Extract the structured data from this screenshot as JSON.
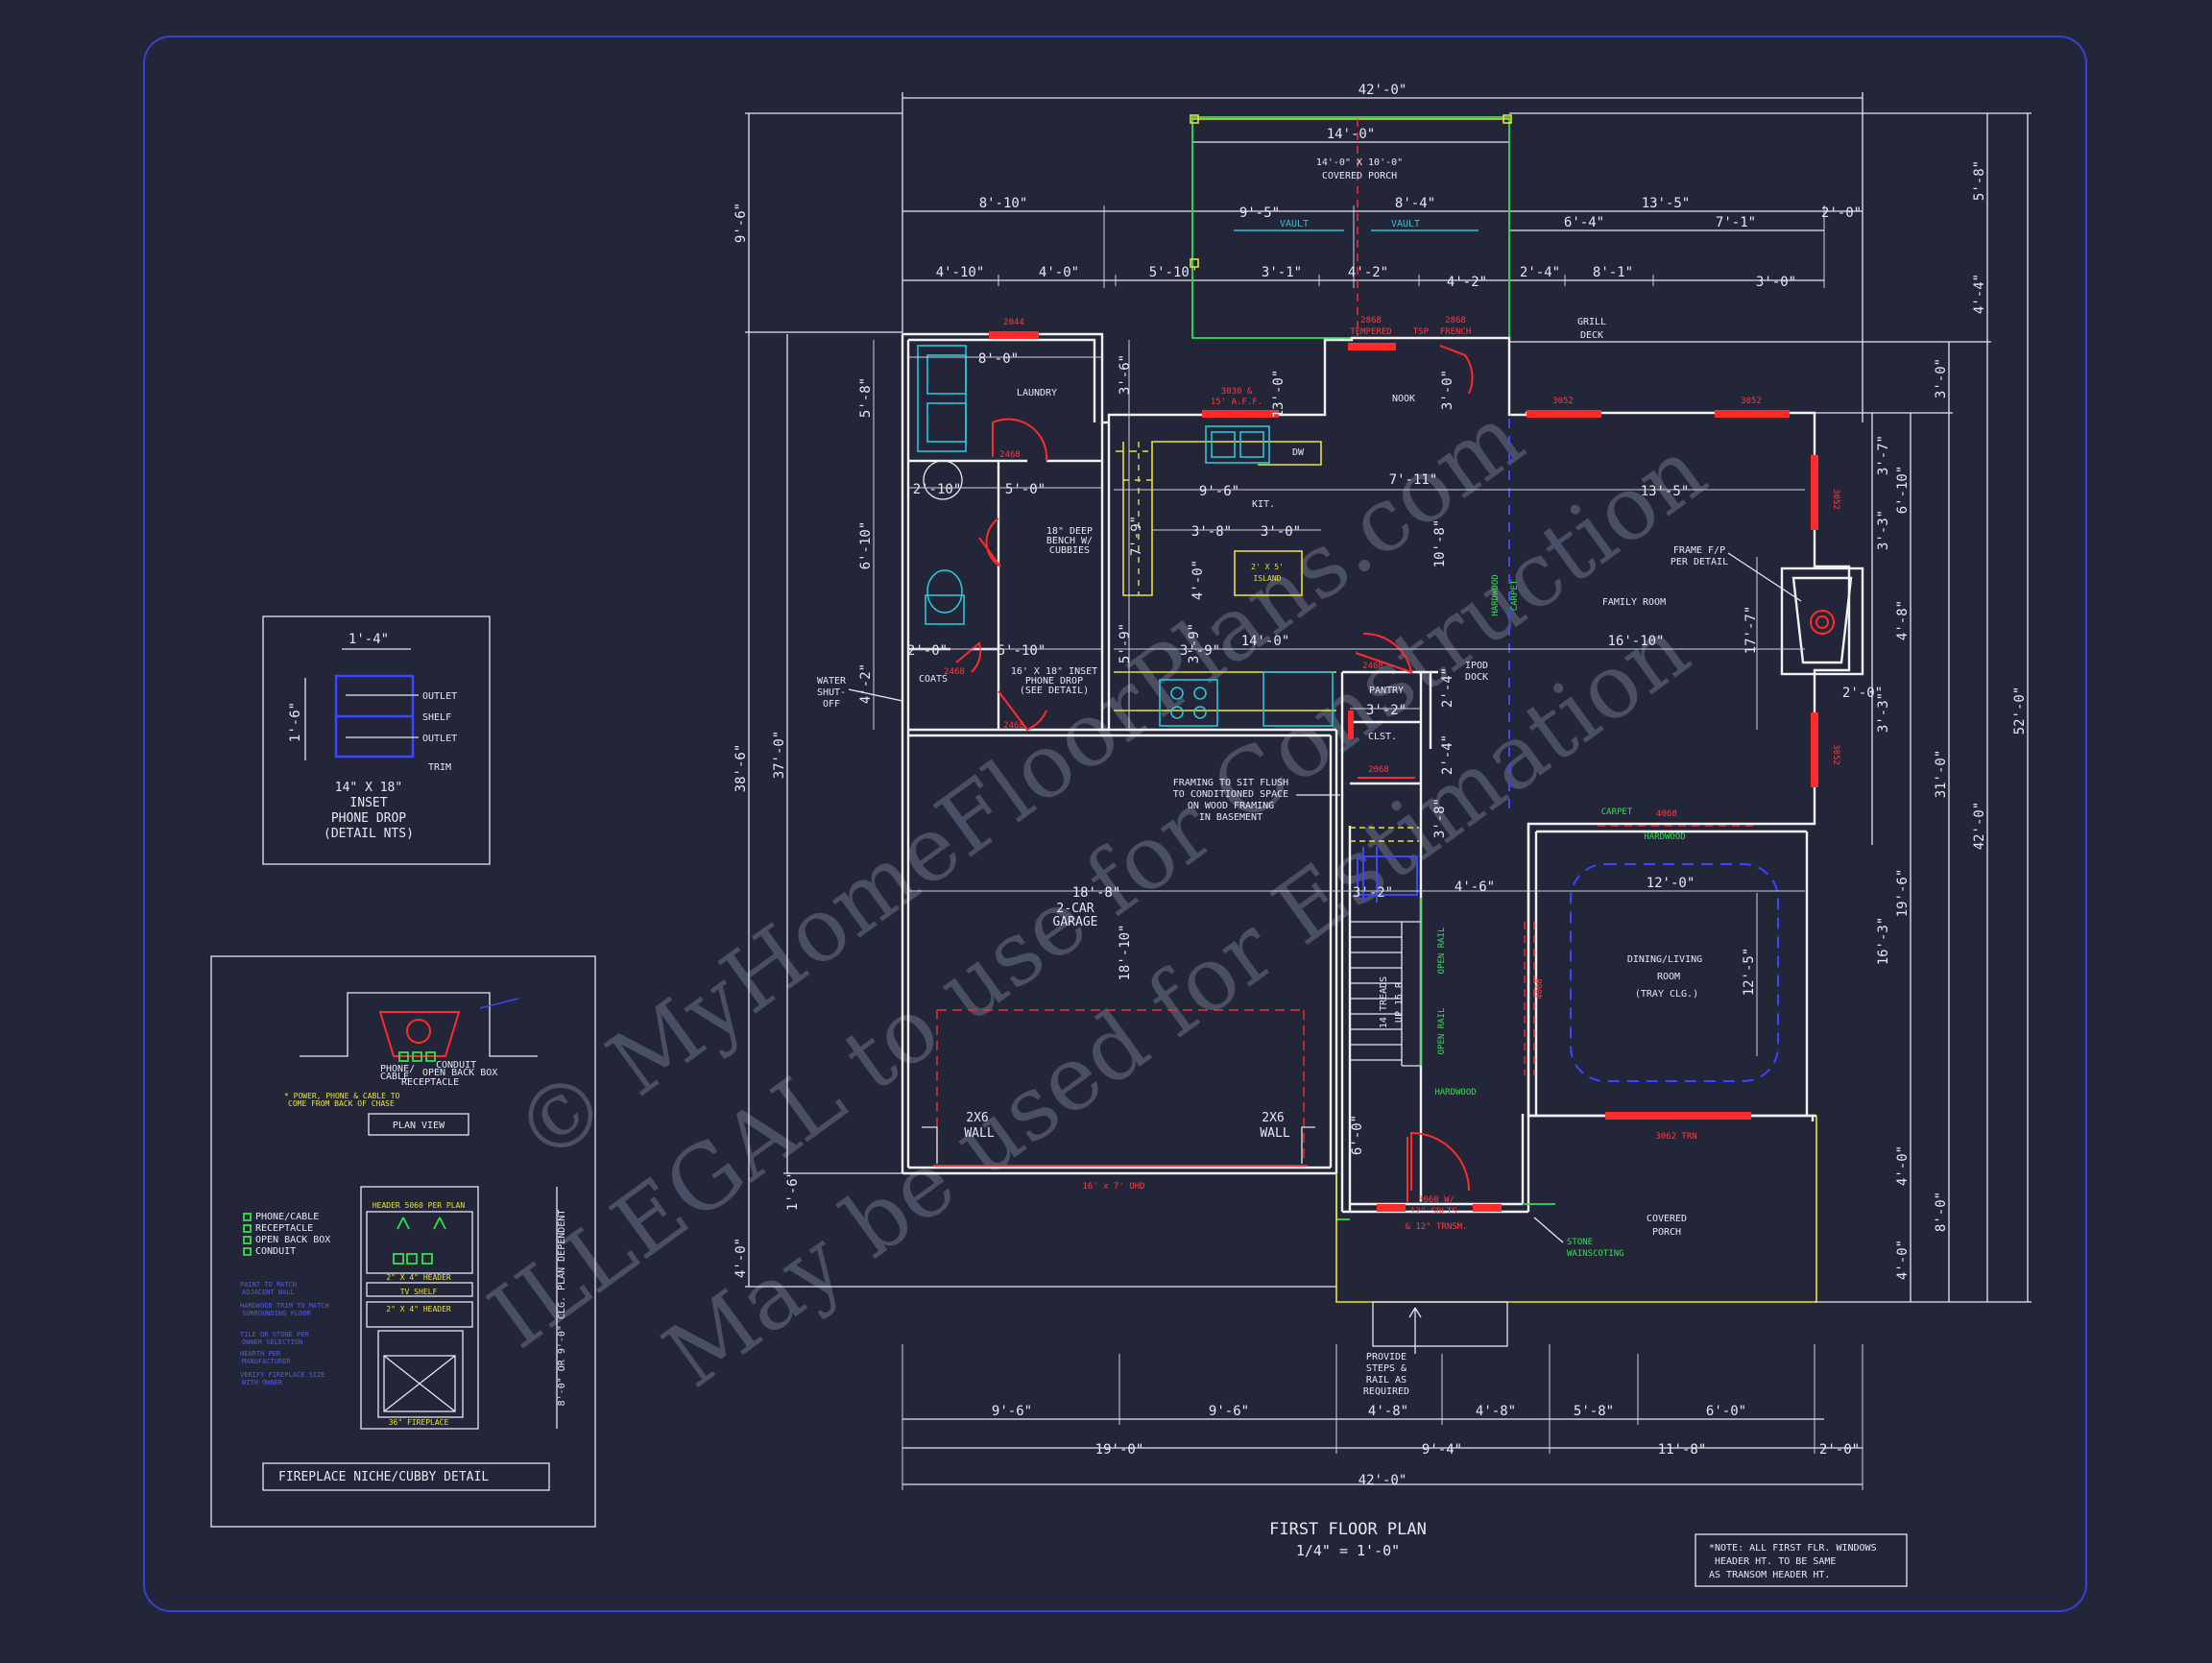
{
  "colors": {
    "background": "#222638",
    "border": "#3a3fd0",
    "line": "#e6e8ee",
    "wall": "#f2f2f2",
    "red": "#ff2a2a",
    "yellow": "#e8e03a",
    "green": "#2fe04a",
    "cyan": "#2bc4d8",
    "blue": "#3a46ff",
    "watermark": "#4a4f63"
  },
  "watermark": {
    "line1": "© MyHomeFloorPlans.com",
    "line2": "ILLEGAL to use for Construction",
    "line3": "May be used for Estimation"
  },
  "plan": {
    "title": "FIRST FLOOR PLAN",
    "scale": "1/4\" = 1'-0\""
  },
  "rooms": {
    "covered_porch_top_size": "14'-0\" X 10'-0\"",
    "covered_porch_top": "COVERED PORCH",
    "laundry": "LAUNDRY",
    "nook": "NOOK",
    "kit": "KIT.",
    "family": "FAMILY ROOM",
    "grill1": "GRILL",
    "grill2": "DECK",
    "pantry": "PANTRY",
    "clst": "CLST.",
    "coats": "COATS",
    "garage1": "2-CAR",
    "garage2": "GARAGE",
    "dining1": "DINING/LIVING",
    "dining2": "ROOM",
    "dining3": "(TRAY CLG.)",
    "porch_bottom1": "COVERED",
    "porch_bottom2": "PORCH",
    "island1": "2' X 5'",
    "island2": "ISLAND"
  },
  "notes": {
    "water1": "WATER",
    "water2": "SHUT-",
    "water3": "OFF",
    "bench1": "18\" DEEP",
    "bench2": "BENCH W/",
    "bench3": "CUBBIES",
    "phone1": "16' X 18\" INSET",
    "phone2": "PHONE DROP",
    "phone3": "(SEE DETAIL)",
    "framing1": "FRAMING TO SIT FLUSH",
    "framing2": "TO CONDITIONED SPACE",
    "framing3": "ON WOOD FRAMING",
    "framing4": "IN BASEMENT",
    "fp1": "FRAME F/P",
    "fp2": "PER DETAIL",
    "ipod1": "IPOD",
    "ipod2": "DOCK",
    "wall2x6": "2X6",
    "wall_word": "WALL",
    "treads1": "14 TREADS",
    "treads2": "UP 15 R",
    "open_rail": "OPEN RAIL",
    "hardwood": "HARDWOOD",
    "carpet": "CARPET",
    "stone1": "STONE",
    "stone2": "WAINSCOTING",
    "provide1": "PROVIDE",
    "provide2": "STEPS &",
    "provide3": "RAIL AS",
    "provide4": "REQUIRED",
    "vault": "VAULT",
    "dw": "DW",
    "sheet_note1": "*NOTE: ALL FIRST FLR. WINDOWS",
    "sheet_note2": "HEADER HT. TO BE SAME",
    "sheet_note3": "AS TRANSOM HEADER HT."
  },
  "windows": {
    "w2044": "2044",
    "w3030": "3030 &",
    "w3030b": "15' A.F.F.",
    "w2868a": "2868",
    "w2868b": "TEMPERED",
    "w2868c": "2868",
    "w2868d": "FRENCH",
    "w3052a": "3052",
    "w3052b": "3052",
    "w3052c": "3052",
    "w3052d": "3052",
    "w2468a": "2468",
    "w2468b": "2468",
    "w2468c": "2468",
    "w2068": "2068",
    "w4068": "4068",
    "w3060": "3060 W/",
    "w3060b": "12\" SDLTS.",
    "w3060c": "& 12\" TRNSM.",
    "w3062": "3062 TRN",
    "garage_door": "16' x 7' OHD",
    "tsp": "TSP"
  },
  "dims": {
    "overall_top": "42'-0\"",
    "porch_width": "14'-0\"",
    "t8_10": "8'-10\"",
    "t9_5": "9'-5\"",
    "t8_4": "8'-4\"",
    "t13_5": "13'-5\"",
    "t2_0a": "2'-0\"",
    "t6_4": "6'-4\"",
    "t7_1": "7'-1\"",
    "t4_10": "4'-10\"",
    "t4_0": "4'-0\"",
    "t5_10": "5'-10\"",
    "t3_1": "3'-1\"",
    "t4_2": "4'-2\"",
    "t4_2b": "4'-2\"",
    "t2_4": "2'-4\"",
    "t8_1": "8'-1\"",
    "t3_0": "3'-0\"",
    "i8_0": "8'-0\"",
    "i2_10": "2'-10\"",
    "i5_0": "5'-0\"",
    "i9_6": "9'-6\"",
    "i7_11": "7'-11\"",
    "i13_5": "13'-5\"",
    "i3_8": "3'-8\"",
    "i3_0": "3'-0\"",
    "i2_0": "2'-0\"",
    "i5_10": "5'-10\"",
    "i3_9": "3'-9\"",
    "i14_0": "14'-0\"",
    "i16_10": "16'-10\"",
    "i3_2": "3'-2\"",
    "i18_8": "18'-8\"",
    "i3_2b": "3'-2\"",
    "i4_6": "4'-6\"",
    "i12_0": "12'-0\"",
    "b9_6a": "9'-6\"",
    "b9_6b": "9'-6\"",
    "b4_8a": "4'-8\"",
    "b4_8b": "4'-8\"",
    "b5_8": "5'-8\"",
    "b6_0": "6'-0\"",
    "b19_0": "19'-0\"",
    "b9_4": "9'-4\"",
    "b11_8": "11'-8\"",
    "b2_0": "2'-0\"",
    "b42_0": "42'-0\"",
    "l9_6": "9'-6\"",
    "l38_6": "38'-6\"",
    "l37_0": "37'-0\"",
    "l1_6": "1'-6\"",
    "l4_0": "4'-0\"",
    "l5_8": "5'-8\"",
    "l6_10": "6'-10\"",
    "l4_2": "4'-2\"",
    "v3_6": "3'-6\"",
    "v13_0": "13'-0\"",
    "v3_0": "3'-0\"",
    "v7_9": "7'-9\"",
    "v4_0": "4'-0\"",
    "v5_9": "5'-9\"",
    "v3_9": "3'-9\"",
    "v10_8": "10'-8\"",
    "v18_10": "18'-10\"",
    "v2_4a": "2'-4\"",
    "v2_4b": "2'-4\"",
    "v3_8": "3'-8\"",
    "v6_0": "6'-0\"",
    "v17_7": "17'-7\"",
    "v12_5": "12'-5\"",
    "r5_8": "5'-8\"",
    "r4_4": "4'-4\"",
    "r3_0": "3'-0\"",
    "r3_7": "3'-7\"",
    "r6_10": "6'-10\"",
    "r3_3a": "3'-3\"",
    "r4_8": "4'-8\"",
    "r2_0": "2'-0\"",
    "r3_3b": "3'-3\"",
    "r19_6": "19'-6\"",
    "r16_3": "16'-3\"",
    "r31_0": "31'-0\"",
    "r42_0": "42'-0\"",
    "r52_0": "52'-0\"",
    "r4_0a": "4'-0\"",
    "r8_0": "8'-0\"",
    "r4_0b": "4'-0\""
  },
  "phone_detail": {
    "width_dim": "1'-4\"",
    "height_dim": "1'-6\"",
    "outlet1": "OUTLET",
    "shelf": "SHELF",
    "outlet2": "OUTLET",
    "trim": "TRIM",
    "title1": "14\" X 18\"",
    "title2": "INSET",
    "title3": "PHONE DROP",
    "title4": "(DETAIL NTS)"
  },
  "fireplace_detail": {
    "plan_view": "PLAN VIEW",
    "title": "FIREPLACE NICHE/CUBBY DETAIL",
    "note1": "* POWER, PHONE & CABLE TO",
    "note2": "COME FROM BACK OF CHASE",
    "header": "HEADER 5060 PER PLAN",
    "tv_shelf": "TV SHELF",
    "hdr_2x4a": "2\" X 4\" HEADER",
    "hdr_2x4b": "2\" X 4\" HEADER",
    "fireplace": "36\" FIREPLACE",
    "legend1": "PHONE/CABLE",
    "legend2": "RECEPTACLE",
    "legend3": "OPEN BACK BOX",
    "legend4": "CONDUIT",
    "side_note": "8'-0\" OR 9'-0\" CLG. PLAN DEPENDENT",
    "blue1": "PAINT TO MATCH",
    "blue2": "ADJACENT WALL",
    "blue3": "HARDWOOD TRIM TO MATCH",
    "blue4": "SURROUNDING FLOOR",
    "blue5": "TILE OR STONE PER",
    "blue6": "OWNER SELECTION",
    "blue7": "HEARTH PER",
    "blue8": "MANUFACTURER",
    "blue9": "VERIFY FIREPLACE SIZE",
    "blue10": "WITH OWNER",
    "phone_lbl": "PHONE/",
    "cable_lbl": "CABLE",
    "recept_lbl": "RECEPTACLE",
    "conduit_lbl": "CONDUIT",
    "openback_lbl": "OPEN BACK BOX"
  }
}
